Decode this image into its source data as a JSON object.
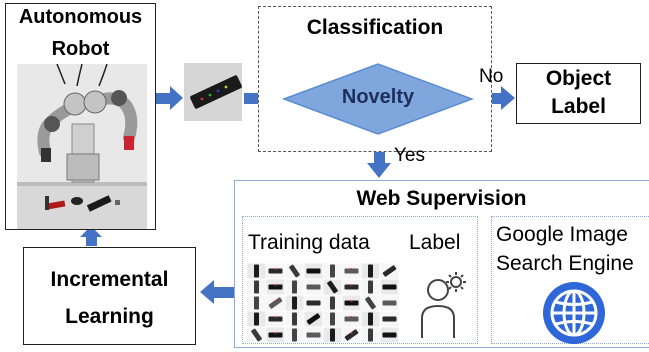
{
  "robot": {
    "title_line1": "Autonomous",
    "title_line2": "Robot"
  },
  "classification": {
    "title": "Classification",
    "decision": "Novelty"
  },
  "edges": {
    "no": "No",
    "yes": "Yes"
  },
  "object_label": {
    "line1": "Object",
    "line2": "Label"
  },
  "web_supervision": {
    "title": "Web Supervision",
    "training_data": "Training data",
    "label": "Label",
    "engine_line1": "Google Image",
    "engine_line2": "Search Engine"
  },
  "incremental": {
    "line1": "Incremental",
    "line2": "Learning"
  },
  "icons": [
    "robot-photo",
    "remote-photo",
    "user-gear-icon",
    "globe-icon",
    "thumbnail-grid"
  ],
  "colors": {
    "arrow": "#4472C4",
    "diamond": "#7FA7DD",
    "diamond_stroke": "#5B8BD0",
    "panel_border": "#8FAADC"
  }
}
